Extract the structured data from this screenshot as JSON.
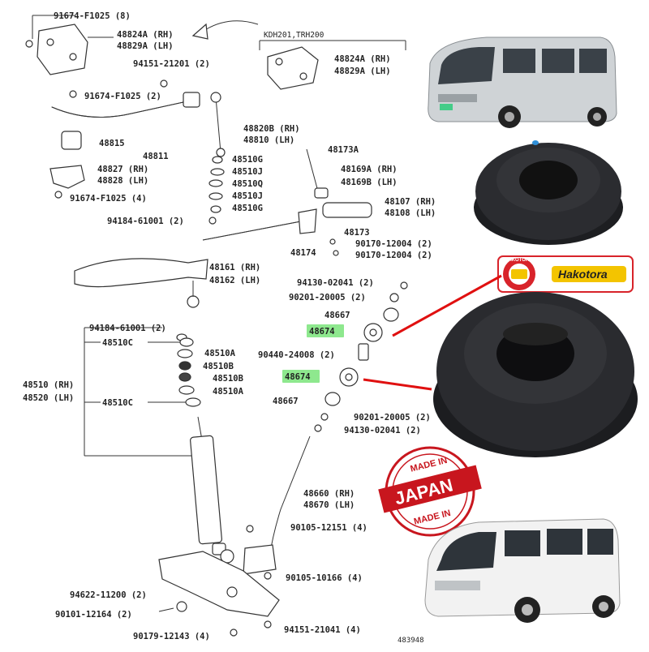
{
  "diagram": {
    "labels_top": [
      "91674-F1025 (8)",
      "48824A (RH)",
      "48829A (LH)",
      "KDH201,TRH200",
      "48824A (RH)",
      "48829A (LH)",
      "94151-21201 (2)",
      "91674-F1025 (2)",
      "48815",
      "48811",
      "48820B (RH)",
      "48810 (LH)",
      "48827 (RH)",
      "48828 (LH)",
      "91674-F1025 (4)",
      "48510G",
      "48510J",
      "48510Q",
      "48510J",
      "48510G",
      "48173A",
      "48169A (RH)",
      "48169B (LH)",
      "48107 (RH)",
      "48108 (LH)",
      "94184-61001 (2)",
      "48173",
      "90170-12004 (2)",
      "90170-12004 (2)",
      "48174",
      "48161 (RH)",
      "48162 (LH)"
    ],
    "labels_mid": [
      "94130-02041 (2)",
      "90201-20005 (2)",
      "48667",
      "48674",
      "90440-24008 (2)",
      "48674",
      "48667",
      "90201-20005 (2)",
      "94130-02041 (2)",
      "94184-61001 (2)",
      "48510C",
      "48510A",
      "48510B",
      "48510B",
      "48510A",
      "48510C",
      "48510 (RH)",
      "48520 (LH)"
    ],
    "labels_bottom": [
      "48660 (RH)",
      "48670 (LH)",
      "90105-12151 (4)",
      "90105-10166 (4)",
      "94622-11200 (2)",
      "90101-12164 (2)",
      "90179-12143 (4)",
      "94151-21041 (4)",
      "483948"
    ]
  },
  "badges": {
    "brand": "Hakotora",
    "brand_ring": "HAKOTORA",
    "made_in_top": "MADE IN",
    "country": "JAPAN",
    "made_in_bottom": "MADE IN"
  },
  "colors": {
    "highlight": "#8ee88e",
    "pointer_line": "#e01010",
    "brand_red": "#d8232a",
    "brand_yellow": "#f3c400",
    "rubber": "#1f1f22"
  }
}
